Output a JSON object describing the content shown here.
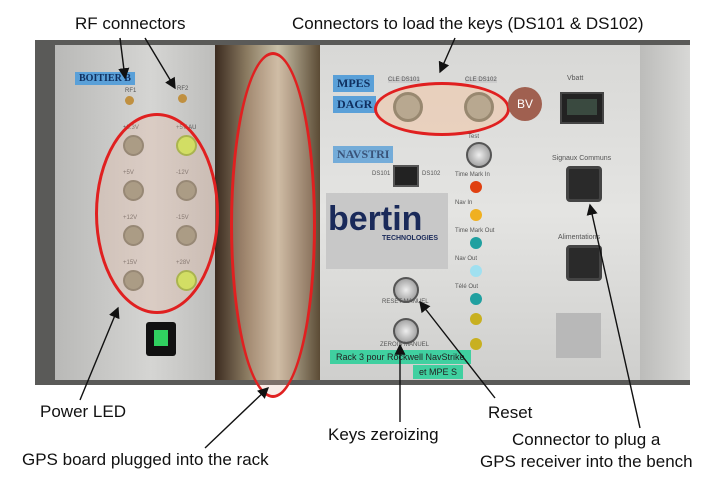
{
  "annotations": {
    "rf": "RF connectors",
    "keys": "Connectors to load the keys (DS101 & DS102)",
    "power": "Power LED",
    "gps_board": "GPS board plugged into the rack",
    "zeroize": "Keys zeroizing",
    "reset": "Reset",
    "connector_line1": "Connector to plug a",
    "connector_line2": "GPS receiver into the bench"
  },
  "panel": {
    "boitier": "BOITIER B",
    "rf1": "RF1",
    "rf2": "RF2",
    "leds": [
      {
        "label": "+3.3V",
        "on": false
      },
      {
        "label": "+5V AU",
        "on": true
      },
      {
        "label": "+5V",
        "on": false
      },
      {
        "label": "-12V",
        "on": false
      },
      {
        "label": "+12V",
        "on": false
      },
      {
        "label": "-15V",
        "on": false
      },
      {
        "label": "+15V",
        "on": false
      },
      {
        "label": "+28V",
        "on": true
      }
    ],
    "mpes": "MPES",
    "dagr": "DAGR",
    "navstrike": "NAVSTRI",
    "cle1": "CLE DS101",
    "cle2": "CLE DS102",
    "ds101": "DS101",
    "ds102": "DS102",
    "bv": "BV",
    "test": "Test",
    "status": [
      "Time Mark In",
      "Nav In",
      "Time Mark Out",
      "Nav Out",
      "Télé Out"
    ],
    "vbatt": "Vbatt",
    "signaux": "Signaux Communs",
    "alim": "Alimentations",
    "brand": "bertin",
    "brand_sub": "TECHNOLOGIES",
    "reset_manuel": "RESET MANUEL",
    "zero_manuel": "ZEROIS MANUEL",
    "rack_line1": "Rack 3 pour Rockwell NavStrike",
    "rack_line2": "et MPE S"
  }
}
